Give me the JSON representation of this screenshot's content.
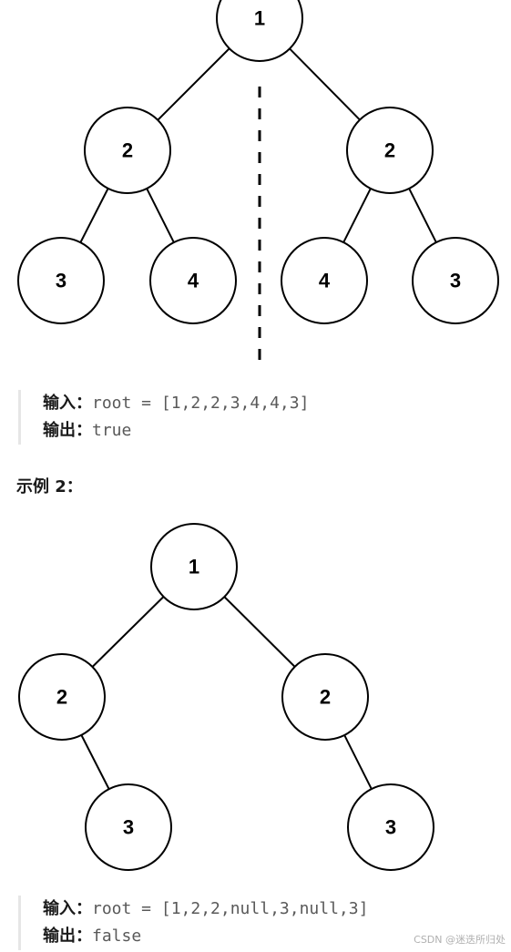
{
  "colors": {
    "node_stroke": "#000000",
    "node_fill": "#ffffff",
    "edge": "#000000",
    "label": "#000000",
    "quote_border": "#e6e6e6"
  },
  "example1": {
    "tree": {
      "nodes": [
        {
          "id": "n1",
          "label": "1"
        },
        {
          "id": "n2l",
          "label": "2"
        },
        {
          "id": "n2r",
          "label": "2"
        },
        {
          "id": "n3l",
          "label": "3"
        },
        {
          "id": "n4l",
          "label": "4"
        },
        {
          "id": "n4r",
          "label": "4"
        },
        {
          "id": "n3r",
          "label": "3"
        }
      ],
      "edges": [
        [
          "n1",
          "n2l"
        ],
        [
          "n1",
          "n2r"
        ],
        [
          "n2l",
          "n3l"
        ],
        [
          "n2l",
          "n4l"
        ],
        [
          "n2r",
          "n4r"
        ],
        [
          "n2r",
          "n3r"
        ]
      ],
      "symmetry_axis": "dashed-vertical"
    },
    "input_label": "输入：",
    "input_value": "root = [1,2,2,3,4,4,3]",
    "output_label": "输出：",
    "output_value": "true"
  },
  "example2": {
    "title": "示例 2：",
    "tree": {
      "nodes": [
        {
          "id": "m1",
          "label": "1"
        },
        {
          "id": "m2l",
          "label": "2"
        },
        {
          "id": "m2r",
          "label": "2"
        },
        {
          "id": "m3l",
          "label": "3"
        },
        {
          "id": "m3r",
          "label": "3"
        }
      ],
      "edges": [
        [
          "m1",
          "m2l"
        ],
        [
          "m1",
          "m2r"
        ],
        [
          "m2l",
          "m3l"
        ],
        [
          "m2r",
          "m3r"
        ]
      ]
    },
    "input_label": "输入：",
    "input_value": "root = [1,2,2,null,3,null,3]",
    "output_label": "输出：",
    "output_value": "false"
  },
  "watermark": "CSDN @迷迭所归处"
}
